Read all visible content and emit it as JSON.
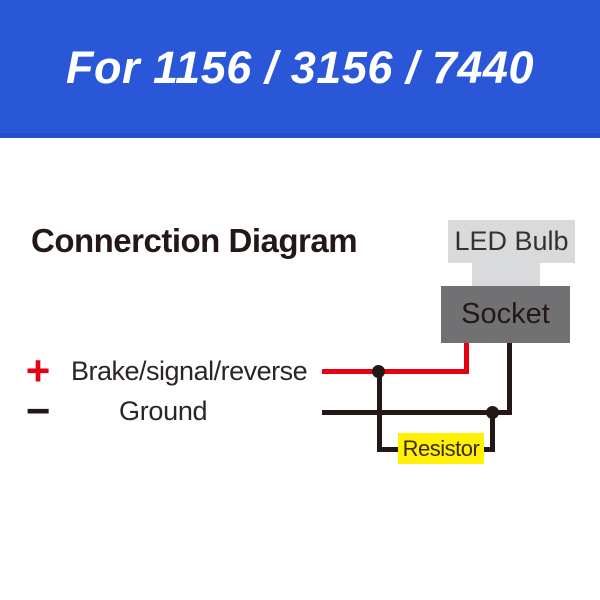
{
  "banner": {
    "title": "For 1156 / 3156 / 7440"
  },
  "diagram": {
    "heading": "Connerction Diagram",
    "bulb": {
      "label": "LED Bulb"
    },
    "socket": {
      "label": "Socket"
    },
    "resistor": {
      "label": "Resistor"
    },
    "terminals": {
      "positive": {
        "symbol": "+",
        "label": "Brake/signal/reverse"
      },
      "negative": {
        "symbol": "−",
        "label": "Ground"
      }
    }
  },
  "colors": {
    "banner_bg": "#2A57D7",
    "banner_bg_dark": "#2250CD",
    "banner_text": "#FFFFFF",
    "text_dark": "#231815",
    "wire_positive": "#E60012",
    "wire_negative": "#231815",
    "bulb_bg": "#D9DADB",
    "socket_bg": "#717173",
    "resistor_bg": "#FFF100"
  }
}
